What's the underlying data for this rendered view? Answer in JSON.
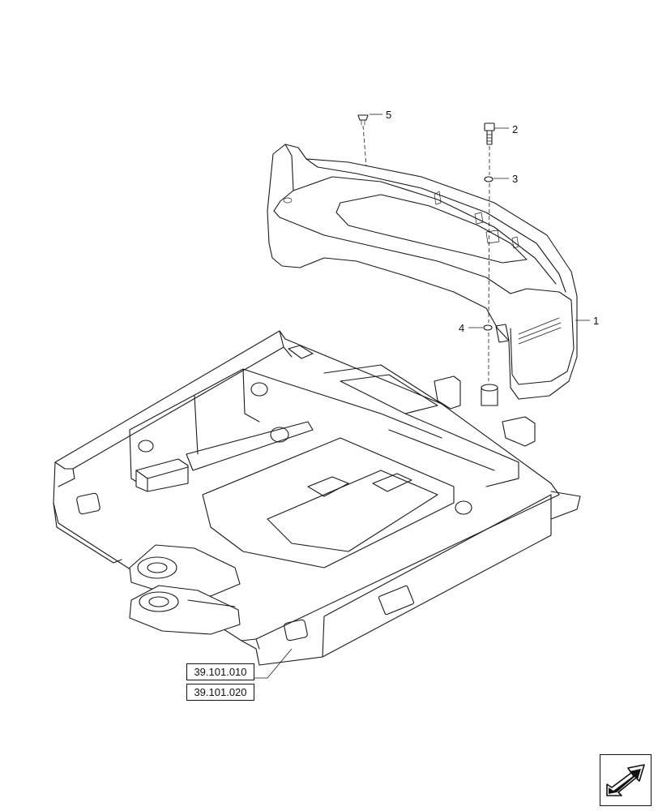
{
  "callouts": [
    {
      "id": "1",
      "label": "1"
    },
    {
      "id": "2",
      "label": "2"
    },
    {
      "id": "3",
      "label": "3"
    },
    {
      "id": "4",
      "label": "4"
    },
    {
      "id": "5",
      "label": "5"
    }
  ],
  "references": [
    "39.101.010",
    "39.101.020"
  ],
  "icons": {
    "navigation": "next-page-arrow-icon"
  }
}
